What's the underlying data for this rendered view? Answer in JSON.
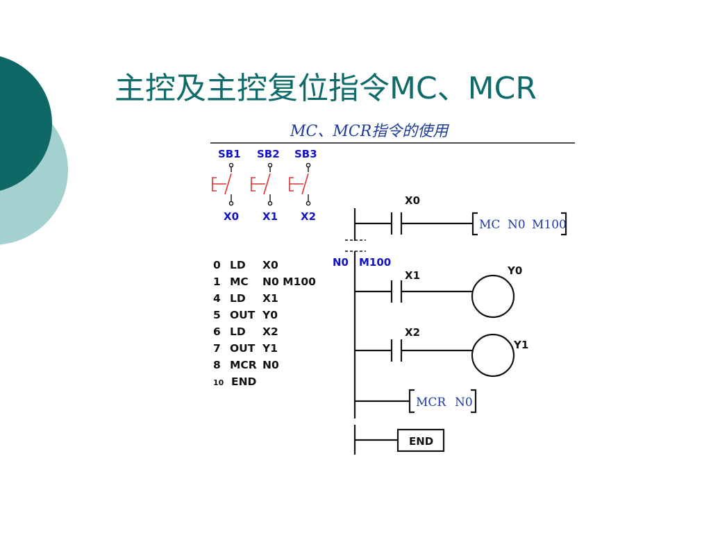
{
  "slide": {
    "title": "主控及主控复位指令MC、MCR",
    "accent_dark": "#0e6b69",
    "accent_light": "#9fcfcd"
  },
  "diagram": {
    "title": "MC、MCR指令的使用",
    "switches": [
      {
        "label": "SB1",
        "input": "X0"
      },
      {
        "label": "SB2",
        "input": "X1"
      },
      {
        "label": "SB3",
        "input": "X2"
      }
    ],
    "instructions": [
      {
        "step": "0",
        "op": "LD",
        "arg": "X0"
      },
      {
        "step": "1",
        "op": "MC",
        "arg": "N0 M100"
      },
      {
        "step": "4",
        "op": "LD",
        "arg": "X1"
      },
      {
        "step": "5",
        "op": "OUT",
        "arg": "Y0"
      },
      {
        "step": "6",
        "op": "LD",
        "arg": "X2"
      },
      {
        "step": "7",
        "op": "OUT",
        "arg": "Y1"
      },
      {
        "step": "8",
        "op": "MCR",
        "arg": "N0"
      },
      {
        "step": "10",
        "op": "END",
        "arg": ""
      }
    ],
    "ladder": {
      "contact_x0": "X0",
      "mc_box": {
        "op": "MC",
        "nest": "N0",
        "device": "M100"
      },
      "nest_label": "N0",
      "mc_contact": "M100",
      "contact_x1": "X1",
      "coil_y0": "Y0",
      "contact_x2": "X2",
      "coil_y1": "Y1",
      "mcr_box": {
        "op": "MCR",
        "nest": "N0"
      },
      "end_box": "END"
    }
  }
}
